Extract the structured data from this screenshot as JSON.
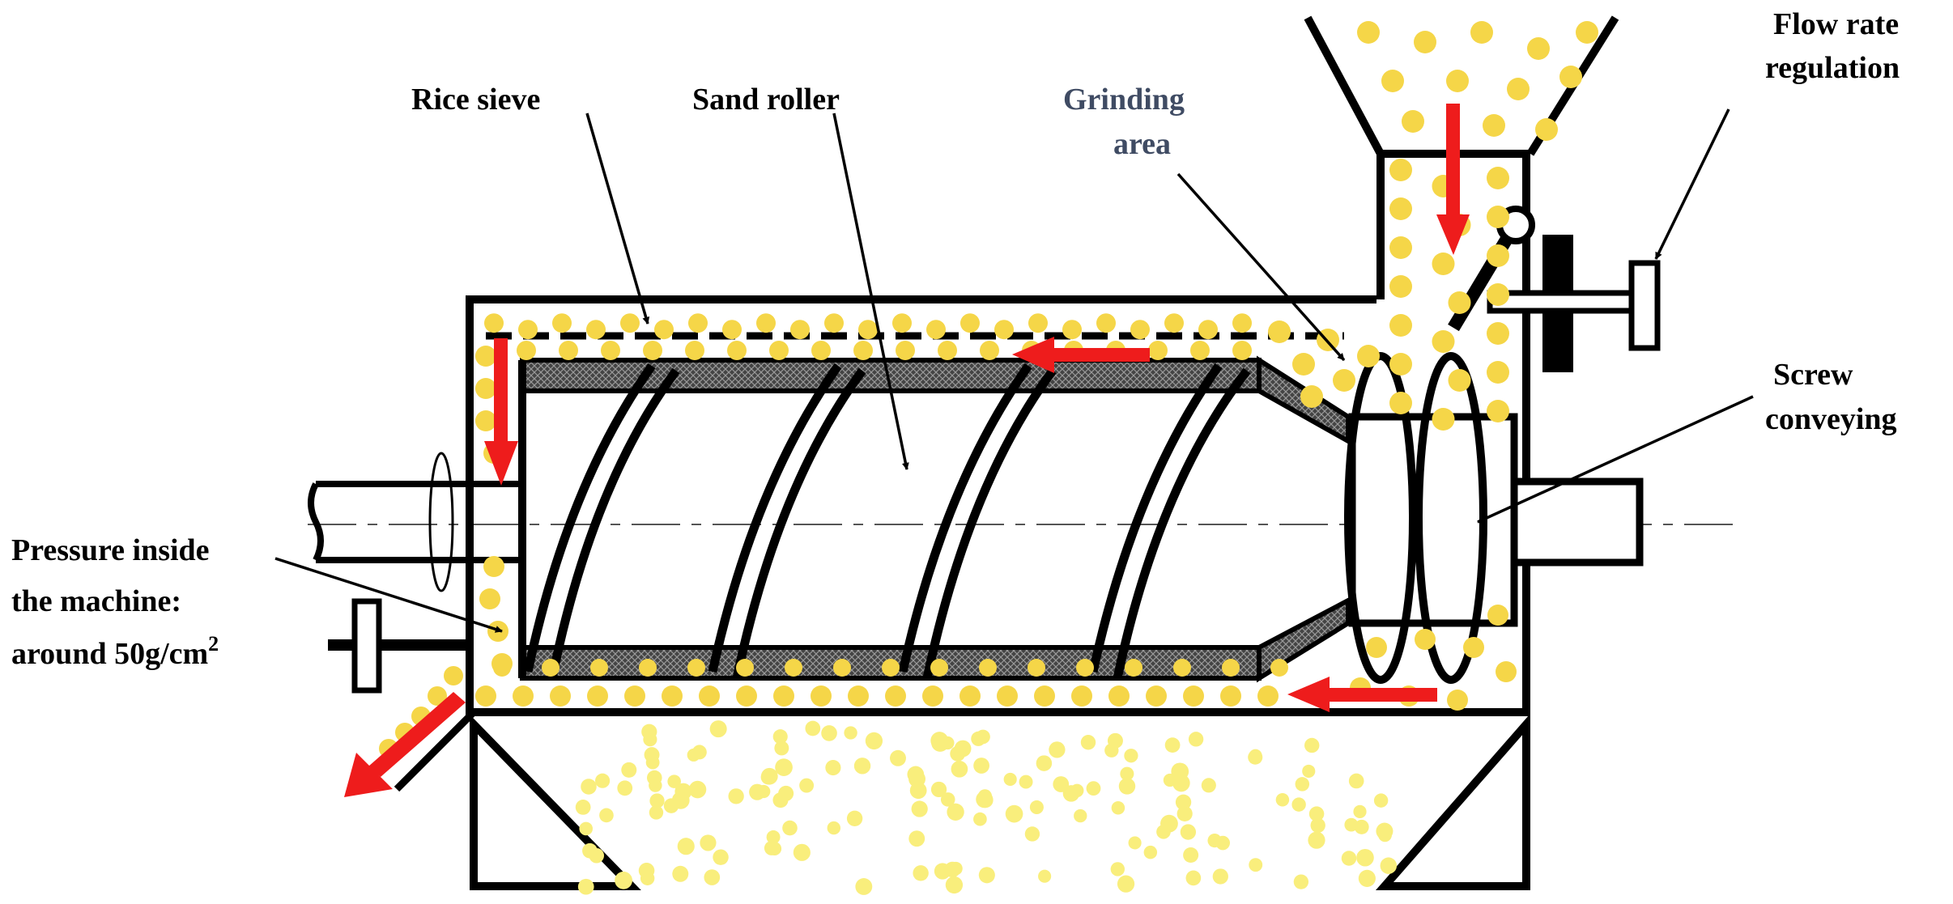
{
  "labels": {
    "rice_sieve": "Rice sieve",
    "sand_roller": "Sand roller",
    "grinding_area_1": "Grinding",
    "grinding_area_2": "area",
    "flow_rate_1": "Flow rate",
    "flow_rate_2": "regulation",
    "screw_1": "Screw",
    "screw_2": "conveying",
    "pressure_1": "Pressure inside",
    "pressure_2": "the machine:",
    "pressure_3": "around 50g/cm",
    "pressure_sup": "2"
  },
  "colors": {
    "grain": "#f5d648",
    "grain_light": "#f9ee7c",
    "arrow": "#ee1c1c",
    "outline": "#000000",
    "grinding_label": "#3f4b63"
  }
}
